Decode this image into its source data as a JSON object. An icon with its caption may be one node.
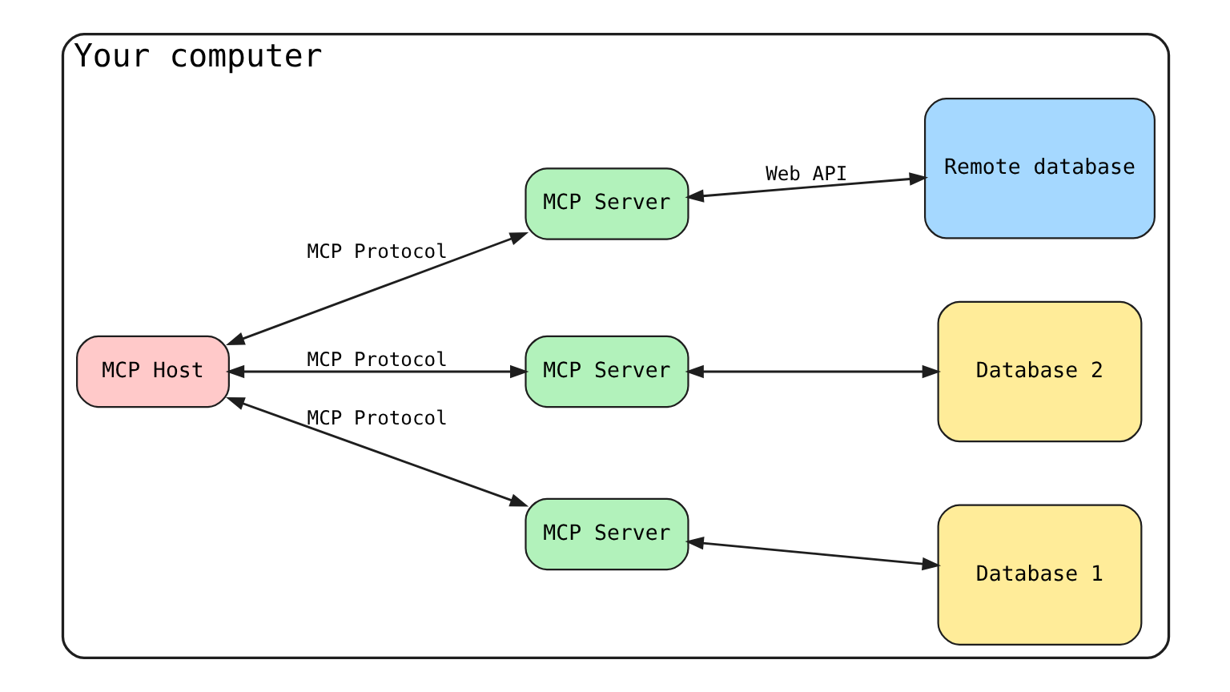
{
  "diagram": {
    "nodes": [
      {
        "text": [
          "Your computer"
        ]
      },
      {
        "text": [
          "MCP Host"
        ],
        "in": 0
      },
      {
        "text": [
          "MCP Server"
        ],
        "in": 0
      },
      {
        "text": [
          "MCP Server"
        ],
        "in": 0
      },
      {
        "text": [
          "MCP Server"
        ],
        "in": 0
      },
      {
        "text": [
          "Database 1"
        ],
        "in": 0
      },
      {
        "text": [
          "Database 2"
        ],
        "in": 0
      },
      {
        "text": [
          "Remote database"
        ],
        "in": 0
      }
    ],
    "edges": [
      {
        "from": 1,
        "to": 2,
        "arrow": "both",
        "label": "MCP Protocol"
      },
      {
        "from": 1,
        "to": 3,
        "arrow": "both",
        "label": "MCP Protocol"
      },
      {
        "from": 1,
        "to": 4,
        "arrow": "both",
        "label": "MCP Protocol"
      },
      {
        "from": 2,
        "to": 5,
        "arrow": "both"
      },
      {
        "from": 3,
        "to": 6,
        "arrow": "both"
      },
      {
        "from": 4,
        "to": 7,
        "arrow": "both",
        "label": "Web API"
      }
    ]
  }
}
